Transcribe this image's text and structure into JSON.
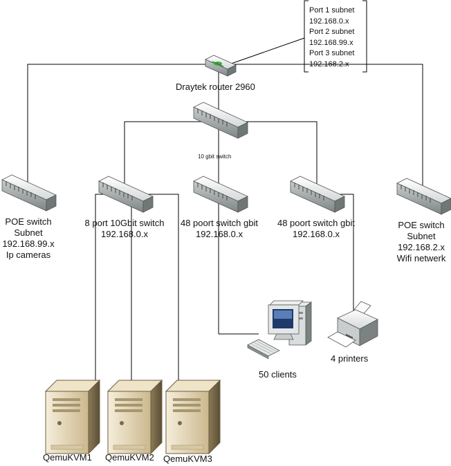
{
  "router": {
    "label": "Draytek router 2960"
  },
  "core_switch": {
    "label": "10 gbit switch"
  },
  "annotation": [
    "Port 1 subnet",
    "192.168.0.x",
    "Port 2 subnet",
    "192.168.99.x",
    "Port 3 subnet",
    "192.168.2.x"
  ],
  "switches": [
    {
      "lines": [
        "POE switch",
        "Subnet",
        "192.168.99.x",
        "Ip cameras"
      ]
    },
    {
      "lines": [
        "8 port 10Gbit switch",
        "192.168.0.x"
      ]
    },
    {
      "lines": [
        "48 poort switch gbit",
        "192.168.0.x"
      ]
    },
    {
      "lines": [
        "48 poort switch gbit",
        "192.168.0.x"
      ]
    },
    {
      "lines": [
        "POE switch",
        "Subnet",
        "192.168.2.x",
        "Wifi netwerk"
      ]
    }
  ],
  "clients": {
    "label": "50 clients"
  },
  "printers": {
    "label": "4 printers"
  },
  "servers": [
    {
      "label": "QemuKVM1"
    },
    {
      "label": "QemuKVM2"
    },
    {
      "label": "QemuKVM3"
    }
  ],
  "colors": {
    "line": "#000000",
    "device_light": "#eef0f0",
    "device_dark": "#8a9090",
    "server": "#e8dcc0"
  }
}
